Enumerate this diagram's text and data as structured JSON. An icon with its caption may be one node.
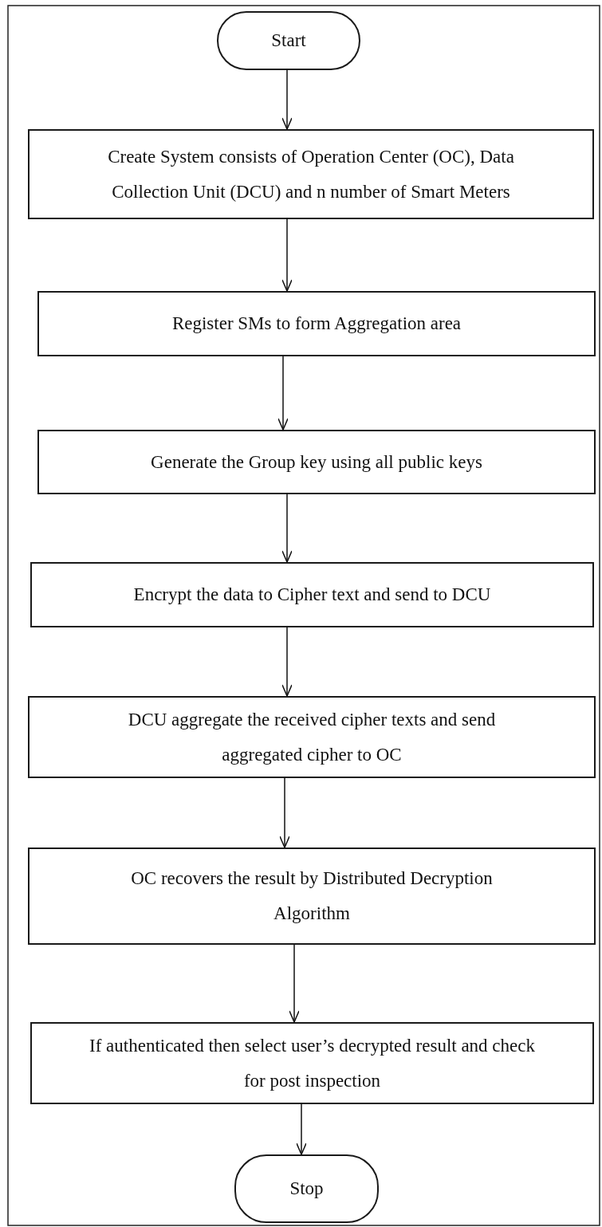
{
  "diagram": {
    "nodes": [
      {
        "text": [
          "Start"
        ]
      },
      {
        "text": [
          "Create System consists of Operation Center (OC), Data Collection Unit (DCU) and n number of Smart Meters"
        ]
      },
      {
        "text": [
          "Register SMs to form Aggregation area"
        ]
      },
      {
        "text": [
          "Generate the Group key using all public keys"
        ]
      },
      {
        "text": [
          "Encrypt the data to Cipher text and send to DCU"
        ]
      },
      {
        "text": [
          "DCU aggregate the received cipher texts and send aggregated cipher to OC"
        ]
      },
      {
        "text": [
          "OC recovers the result by Distributed Decryption Algorithm"
        ]
      },
      {
        "text": [
          "If authenticated then select user’s decrypted result and check for post inspection"
        ]
      },
      {
        "text": [
          "Stop"
        ]
      }
    ],
    "edges": [
      {
        "from": 0,
        "to": 1,
        "arrow": "to"
      },
      {
        "from": 1,
        "to": 2,
        "arrow": "to"
      },
      {
        "from": 2,
        "to": 3,
        "arrow": "to"
      },
      {
        "from": 3,
        "to": 4,
        "arrow": "to"
      },
      {
        "from": 4,
        "to": 5,
        "arrow": "to"
      },
      {
        "from": 5,
        "to": 6,
        "arrow": "to"
      },
      {
        "from": 6,
        "to": 7,
        "arrow": "to"
      },
      {
        "from": 7,
        "to": 8,
        "arrow": "to"
      }
    ]
  }
}
